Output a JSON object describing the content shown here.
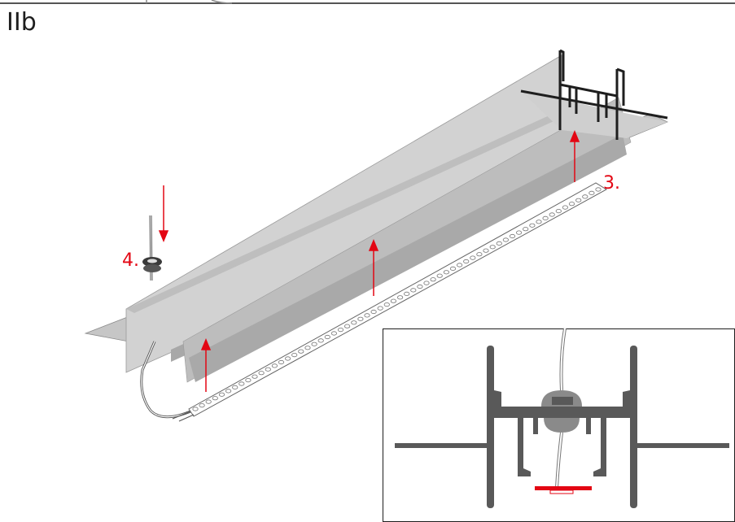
{
  "figure_label": "IIb",
  "steps": [
    {
      "number": "3."
    },
    {
      "number": "4."
    }
  ],
  "colors": {
    "accent_red": "#e30613",
    "profile_light": "#d2d2d2",
    "profile_mid": "#bcbcbc",
    "profile_dark": "#a4a4a4",
    "outline": "#1e1e1e",
    "section_gray": "#595959"
  }
}
